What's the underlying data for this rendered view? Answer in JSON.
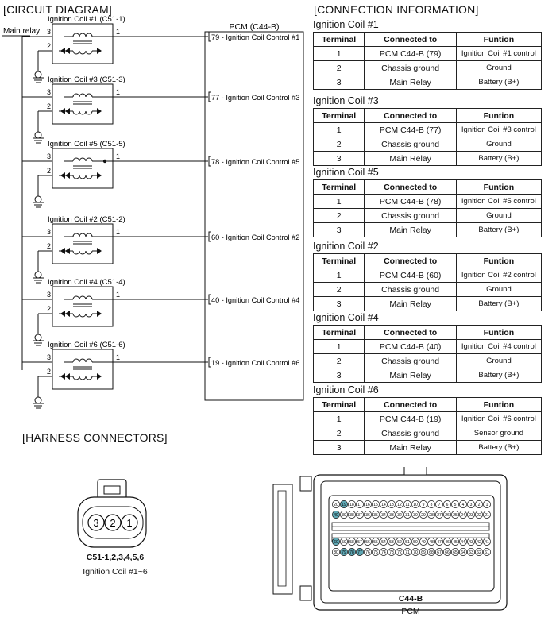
{
  "sections": {
    "circuit": "[CIRCUIT DIAGRAM]",
    "connection": "[CONNECTION INFORMATION]",
    "harness": "[HARNESS CONNECTORS]"
  },
  "diagram": {
    "main_relay": "Main relay",
    "pcm_title": "PCM (C44-B)",
    "coils": [
      {
        "title": "Ignition Coil #1 (C51-1)",
        "pin3": "3",
        "pin1": "1",
        "pin2": "2",
        "pcm_label": "79 - Ignition Coil Control #1"
      },
      {
        "title": "Ignition Coil #3 (C51-3)",
        "pin3": "3",
        "pin1": "1",
        "pin2": "2",
        "pcm_label": "77 - Ignition Coil Control #3"
      },
      {
        "title": "Ignition Coil #5 (C51-5)",
        "pin3": "3",
        "pin1": "1",
        "pin2": "2",
        "pcm_label": "78 - Ignition Coil Control #5"
      },
      {
        "title": "Ignition Coil #2 (C51-2)",
        "pin3": "3",
        "pin1": "1",
        "pin2": "2",
        "pcm_label": "60 - Ignition Coil Control #2"
      },
      {
        "title": "Ignition Coil #4 (C51-4)",
        "pin3": "3",
        "pin1": "1",
        "pin2": "2",
        "pcm_label": "40 - Ignition Coil Control #4"
      },
      {
        "title": "Ignition Coil #6 (C51-6)",
        "pin3": "3",
        "pin1": "1",
        "pin2": "2",
        "pcm_label": "19 - Ignition Coil Control #6"
      }
    ]
  },
  "connection": {
    "headers": [
      "Terminal",
      "Connected to",
      "Funtion"
    ],
    "tables": [
      {
        "title": "Ignition Coil #1",
        "rows": [
          [
            "1",
            "PCM C44-B (79)",
            "Ignition Coil #1 control"
          ],
          [
            "2",
            "Chassis ground",
            "Ground"
          ],
          [
            "3",
            "Main Relay",
            "Battery (B+)"
          ]
        ]
      },
      {
        "title": "Ignition Coil #3",
        "rows": [
          [
            "1",
            "PCM C44-B (77)",
            "Ignition Coil #3 control"
          ],
          [
            "2",
            "Chassis ground",
            "Ground"
          ],
          [
            "3",
            "Main Relay",
            "Battery (B+)"
          ]
        ]
      },
      {
        "title": "Ignition Coil #5",
        "rows": [
          [
            "1",
            "PCM C44-B (78)",
            "Ignition Coil #5 control"
          ],
          [
            "2",
            "Chassis ground",
            "Ground"
          ],
          [
            "3",
            "Main Relay",
            "Battery (B+)"
          ]
        ]
      },
      {
        "title": "Ignition Coil #2",
        "rows": [
          [
            "1",
            "PCM C44-B (60)",
            "Ignition Coil #2 control"
          ],
          [
            "2",
            "Chassis ground",
            "Ground"
          ],
          [
            "3",
            "Main Relay",
            "Battery (B+)"
          ]
        ]
      },
      {
        "title": "Ignition Coil #4",
        "rows": [
          [
            "1",
            "PCM C44-B (40)",
            "Ignition Coil #4 control"
          ],
          [
            "2",
            "Chassis ground",
            "Ground"
          ],
          [
            "3",
            "Main Relay",
            "Battery (B+)"
          ]
        ]
      },
      {
        "title": "Ignition Coil #6",
        "rows": [
          [
            "1",
            "PCM C44-B (19)",
            "Ignition Coil #6 control"
          ],
          [
            "2",
            "Chassis ground",
            "Sensor ground"
          ],
          [
            "3",
            "Main Relay",
            "Battery (B+)"
          ]
        ]
      }
    ]
  },
  "harness": {
    "coil_connector": {
      "pins": [
        "3",
        "2",
        "1"
      ],
      "name": "C51-1,2,3,4,5,6",
      "desc": "Ignition Coil #1~6"
    },
    "pcm_connector": {
      "name": "C44-B",
      "desc": "PCM",
      "highlight_color": "#5fa8b5",
      "rows": [
        {
          "pins": [
            "20",
            "19",
            "18",
            "17",
            "16",
            "15",
            "14",
            "13",
            "12",
            "11",
            "10",
            "9",
            "8",
            "7",
            "6",
            "5",
            "4",
            "3",
            "2",
            "1"
          ],
          "highlight": [
            "19"
          ]
        },
        {
          "pins": [
            "40",
            "39",
            "38",
            "37",
            "36",
            "35",
            "34",
            "33",
            "32",
            "31",
            "30",
            "29",
            "28",
            "27",
            "26",
            "25",
            "24",
            "23",
            "22",
            "21"
          ],
          "highlight": [
            "40"
          ]
        },
        {
          "pins": [
            "60",
            "59",
            "58",
            "57",
            "56",
            "55",
            "54",
            "53",
            "52",
            "51",
            "50",
            "49",
            "48",
            "47",
            "46",
            "45",
            "44",
            "43",
            "42",
            "41"
          ],
          "highlight": [
            "60"
          ]
        },
        {
          "pins": [
            "80",
            "79",
            "78",
            "77",
            "76",
            "75",
            "74",
            "73",
            "72",
            "71",
            "70",
            "69",
            "68",
            "67",
            "66",
            "65",
            "64",
            "63",
            "62",
            "61"
          ],
          "highlight": [
            "79",
            "78",
            "77"
          ]
        }
      ]
    }
  }
}
